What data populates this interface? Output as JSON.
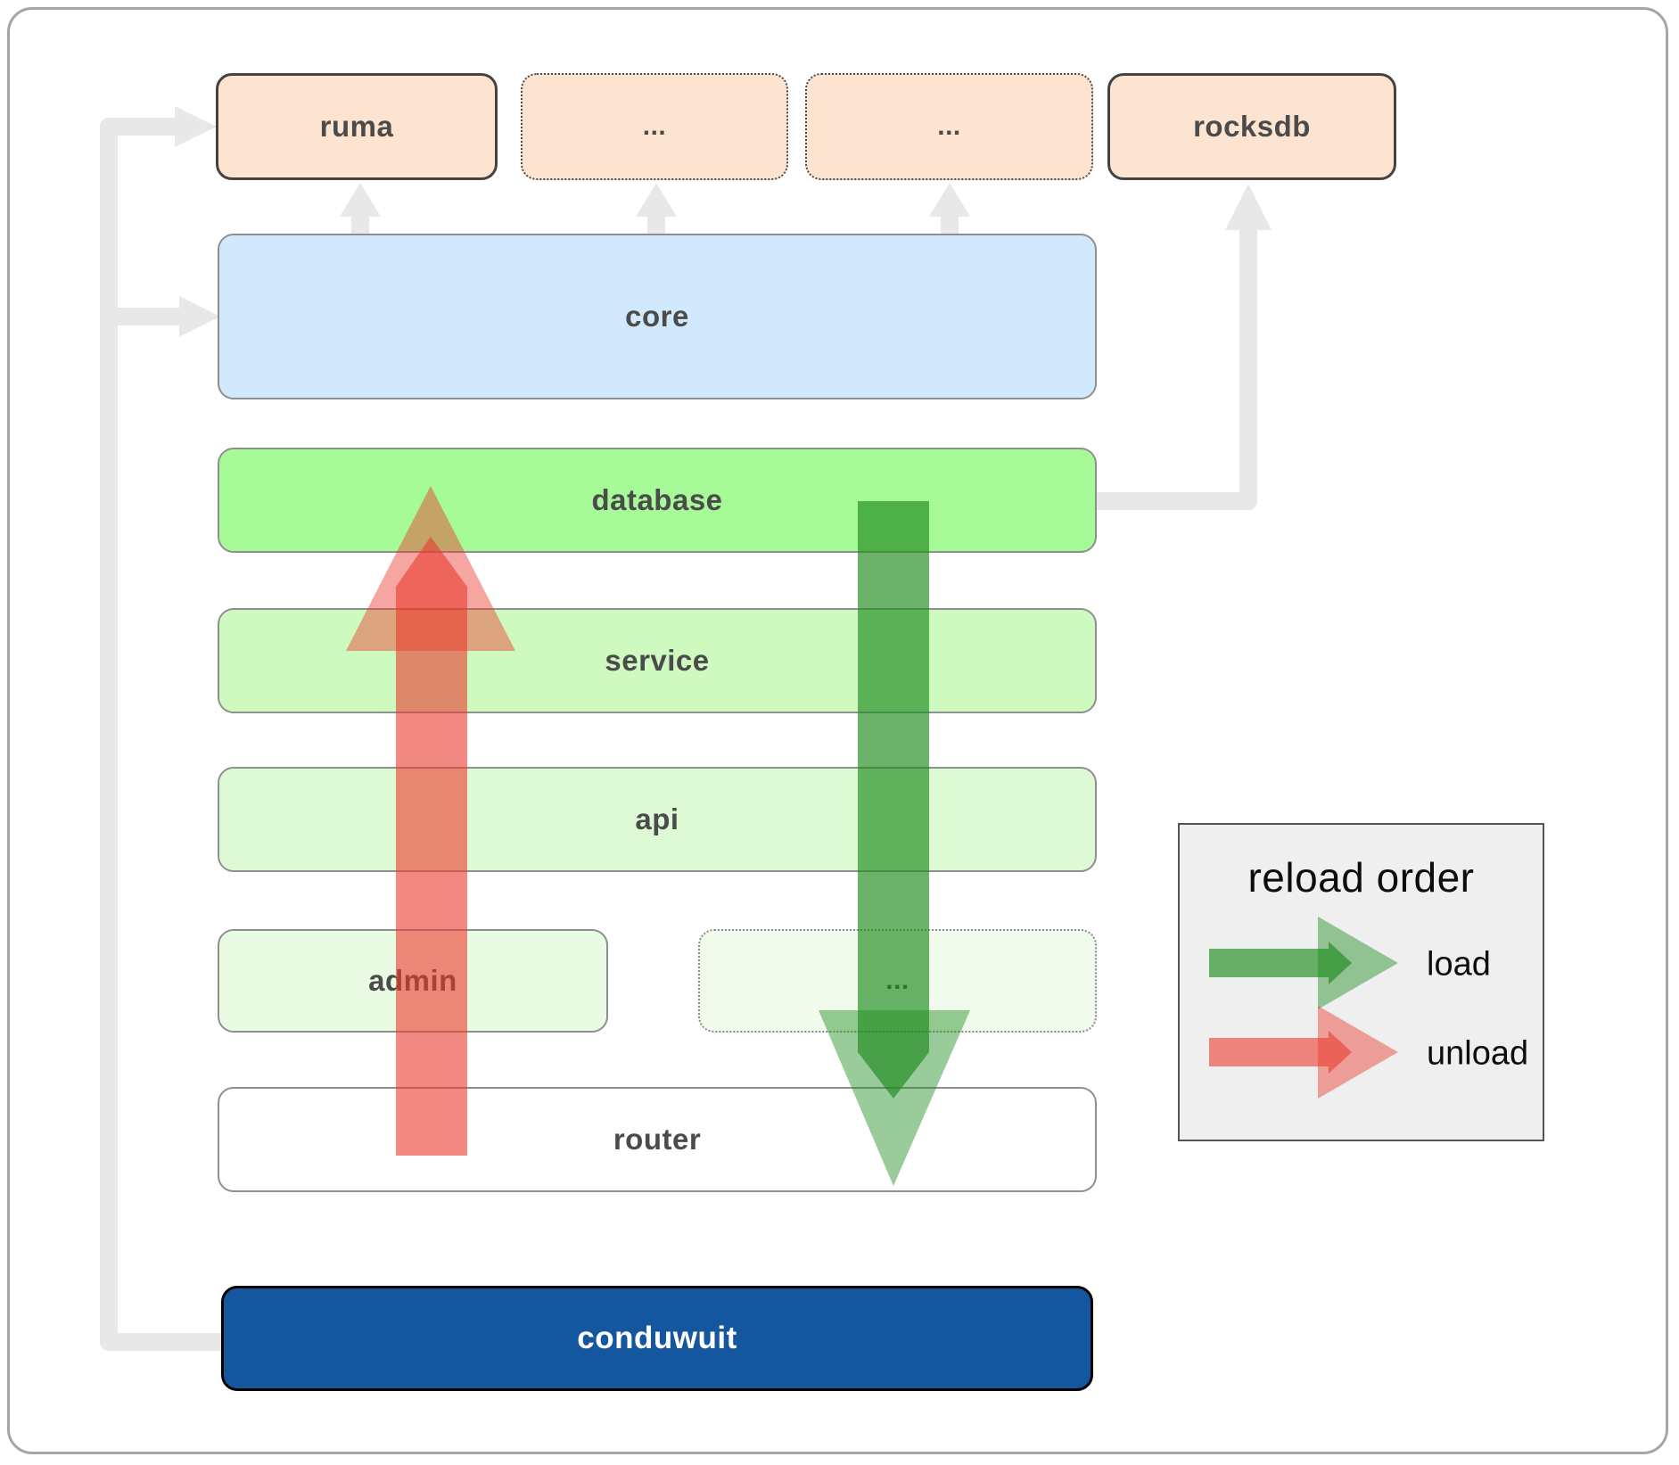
{
  "diagram": {
    "title_hint": "module reload order diagram",
    "nodes": {
      "ruma": {
        "label": "ruma"
      },
      "dots_top_1": {
        "label": "..."
      },
      "dots_top_2": {
        "label": "..."
      },
      "rocksdb": {
        "label": "rocksdb"
      },
      "core": {
        "label": "core"
      },
      "database": {
        "label": "database"
      },
      "service": {
        "label": "service"
      },
      "api": {
        "label": "api"
      },
      "admin": {
        "label": "admin"
      },
      "dots_admin": {
        "label": "..."
      },
      "router": {
        "label": "router"
      },
      "conduwuit": {
        "label": "conduwuit"
      }
    },
    "legend": {
      "title": "reload order",
      "items": [
        {
          "label": "load",
          "color": "#1f8b1f"
        },
        {
          "label": "unload",
          "color": "#ea3a2e"
        }
      ]
    },
    "colors": {
      "peach": "#fce4d0",
      "core_blue": "#d2e8fc",
      "database_green": "#a6fa97",
      "service_green": "#cefac0",
      "api_green": "#defad4",
      "admin_green": "#eafbe4",
      "dots_admin_green": "#f1fbeb",
      "conduwuit_blue": "#15579e",
      "connector_gray": "#e8e8e8",
      "load_arrow_green": "#1f8b1f",
      "unload_arrow_red": "#ea3a2e",
      "legend_bg": "#efefef"
    }
  }
}
